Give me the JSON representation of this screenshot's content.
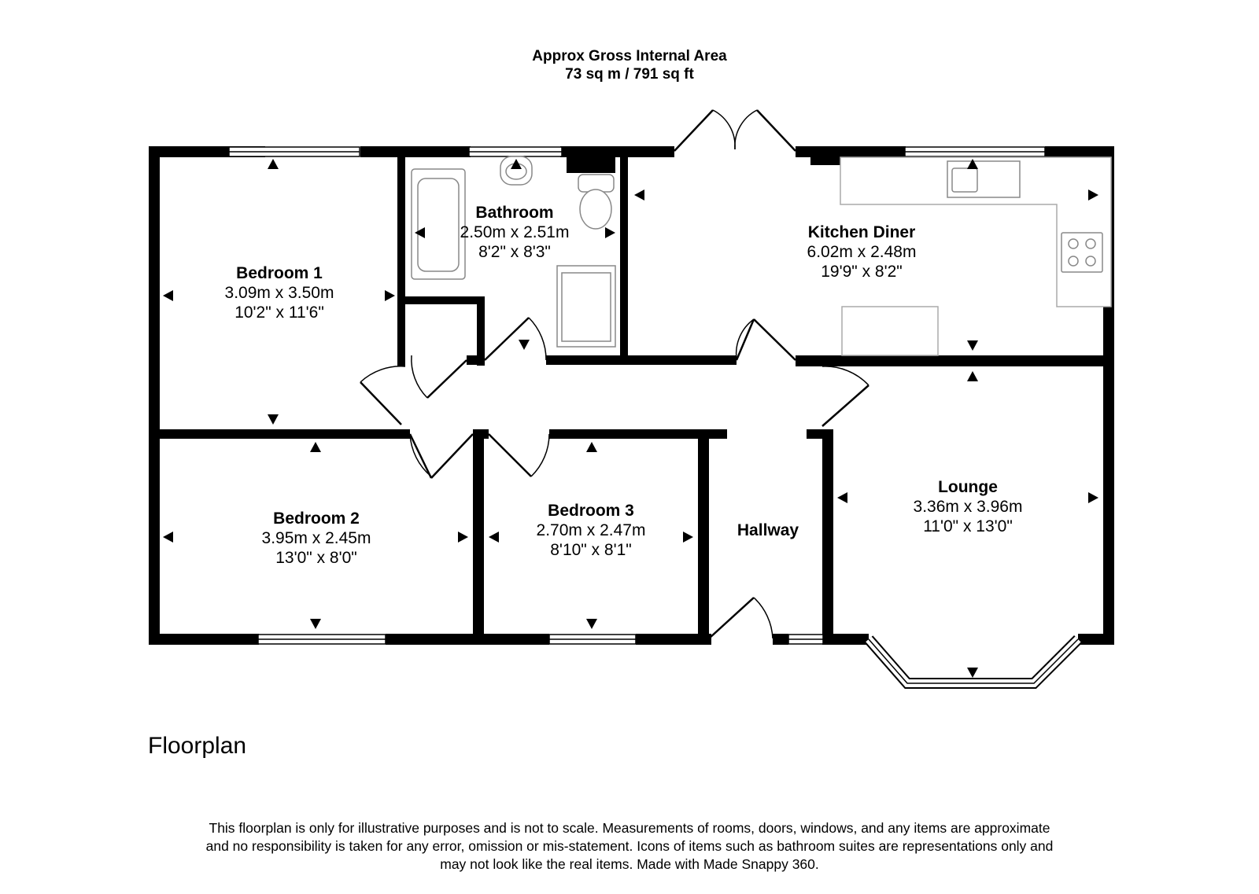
{
  "header": {
    "area_title": "Approx Gross Internal Area",
    "area_value": "73 sq m / 791 sq ft"
  },
  "rooms": {
    "bedroom1": {
      "name": "Bedroom 1",
      "metric": "3.09m x 3.50m",
      "imperial": "10'2\" x 11'6\""
    },
    "bathroom": {
      "name": "Bathroom",
      "metric": "2.50m x 2.51m",
      "imperial": "8'2\" x 8'3\""
    },
    "kitchen": {
      "name": "Kitchen Diner",
      "metric": "6.02m x 2.48m",
      "imperial": "19'9\" x 8'2\""
    },
    "bedroom2": {
      "name": "Bedroom 2",
      "metric": "3.95m x 2.45m",
      "imperial": "13'0\" x 8'0\""
    },
    "bedroom3": {
      "name": "Bedroom 3",
      "metric": "2.70m x 2.47m",
      "imperial": "8'10\" x 8'1\""
    },
    "hallway": {
      "name": "Hallway"
    },
    "lounge": {
      "name": "Lounge",
      "metric": "3.36m x 3.96m",
      "imperial": "11'0\" x 13'0\""
    }
  },
  "footer": {
    "section_title": "Floorplan",
    "disclaimer_line1": "This floorplan is only for illustrative purposes and is not to scale. Measurements of rooms, doors, windows, and any items are approximate",
    "disclaimer_line2": "and no responsibility is taken for any error, omission or mis-statement. Icons of items such as bathroom suites are representations only and",
    "disclaimer_line3": "may not look like the real items. Made with Made Snappy 360."
  }
}
